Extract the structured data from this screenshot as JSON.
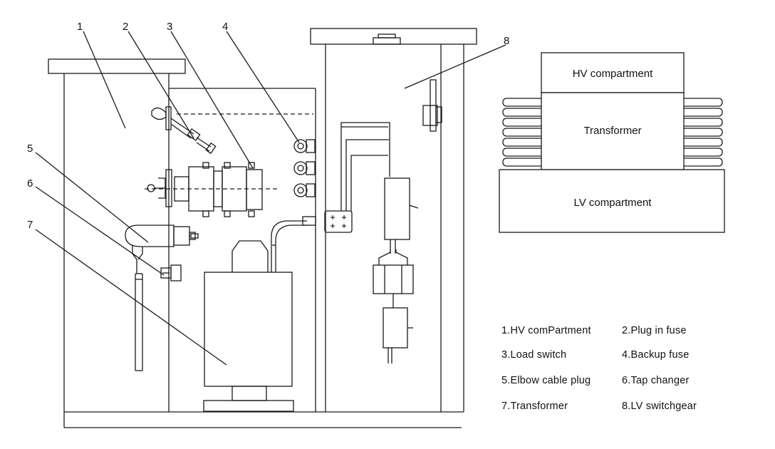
{
  "diagram": {
    "callouts": [
      "1",
      "2",
      "3",
      "4",
      "5",
      "6",
      "7",
      "8"
    ],
    "layout_boxes": {
      "hv": "HV compartment",
      "transformer": "Transformer",
      "lv": "LV compartment"
    },
    "legend": [
      "1.HV comPartment",
      "2.Plug in fuse",
      "3.Load switch",
      "4.Backup fuse",
      "5.Elbow cable plug",
      "6.Tap changer",
      "7.Transformer",
      "8.LV switchgear"
    ],
    "colors": {
      "ink": "#1a1a1a",
      "background": "#ffffff"
    }
  }
}
